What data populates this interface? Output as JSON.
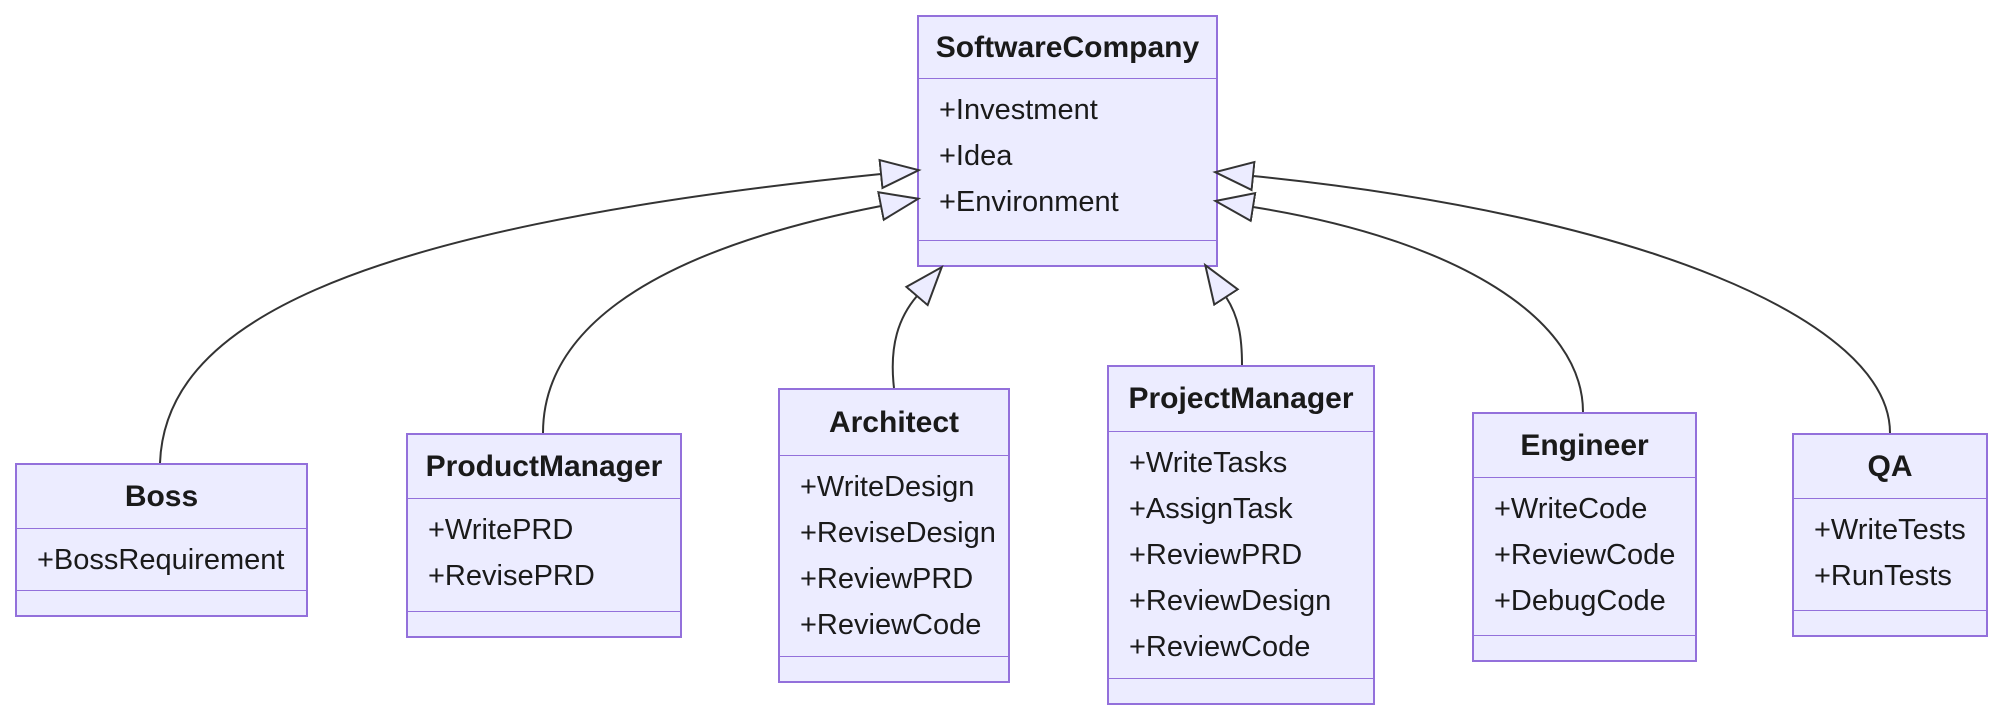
{
  "diagram": {
    "type": "class-diagram",
    "background": "#ffffff",
    "colors": {
      "node_fill": "#ECECFF",
      "node_border": "#9370DB",
      "edge_line": "#333333",
      "text": "#1a1a1a"
    },
    "classes": [
      {
        "name": "SoftwareCompany",
        "attributes": [
          "+Investment",
          "+Idea",
          "+Environment"
        ],
        "methods": []
      },
      {
        "name": "Boss",
        "attributes": [
          "+BossRequirement"
        ],
        "methods": []
      },
      {
        "name": "ProductManager",
        "attributes": [
          "+WritePRD",
          "+RevisePRD"
        ],
        "methods": []
      },
      {
        "name": "Architect",
        "attributes": [
          "+WriteDesign",
          "+ReviseDesign",
          "+ReviewPRD",
          "+ReviewCode"
        ],
        "methods": []
      },
      {
        "name": "ProjectManager",
        "attributes": [
          "+WriteTasks",
          "+AssignTask",
          "+ReviewPRD",
          "+ReviewDesign",
          "+ReviewCode"
        ],
        "methods": []
      },
      {
        "name": "Engineer",
        "attributes": [
          "+WriteCode",
          "+ReviewCode",
          "+DebugCode"
        ],
        "methods": []
      },
      {
        "name": "QA",
        "attributes": [
          "+WriteTests",
          "+RunTests"
        ],
        "methods": []
      }
    ],
    "relations": [
      {
        "from": "Boss",
        "to": "SoftwareCompany",
        "type": "inheritance"
      },
      {
        "from": "ProductManager",
        "to": "SoftwareCompany",
        "type": "inheritance"
      },
      {
        "from": "Architect",
        "to": "SoftwareCompany",
        "type": "inheritance"
      },
      {
        "from": "ProjectManager",
        "to": "SoftwareCompany",
        "type": "inheritance"
      },
      {
        "from": "Engineer",
        "to": "SoftwareCompany",
        "type": "inheritance"
      },
      {
        "from": "QA",
        "to": "SoftwareCompany",
        "type": "inheritance"
      }
    ]
  }
}
